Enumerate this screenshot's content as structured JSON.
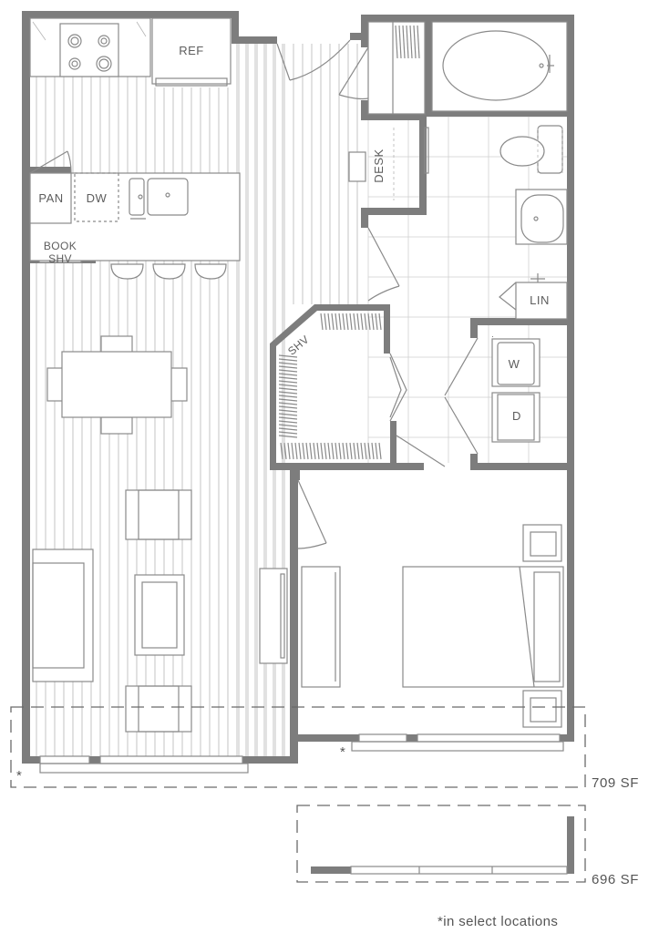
{
  "labels": {
    "ref": "REF",
    "pan": "PAN",
    "dw": "DW",
    "book_shv_1": "BOOK",
    "book_shv_2": "SHV",
    "desk": "DESK",
    "shv": "SHV",
    "lin": "LIN",
    "washer": "W",
    "dryer": "D"
  },
  "areas": {
    "balcony_a": "709 SF",
    "balcony_b": "696 SF"
  },
  "asterisk": "*",
  "footnote": "*in select locations",
  "colors": {
    "wall": "#7d7d7d",
    "line": "#8a8a8a",
    "text": "#5d5d5d"
  }
}
